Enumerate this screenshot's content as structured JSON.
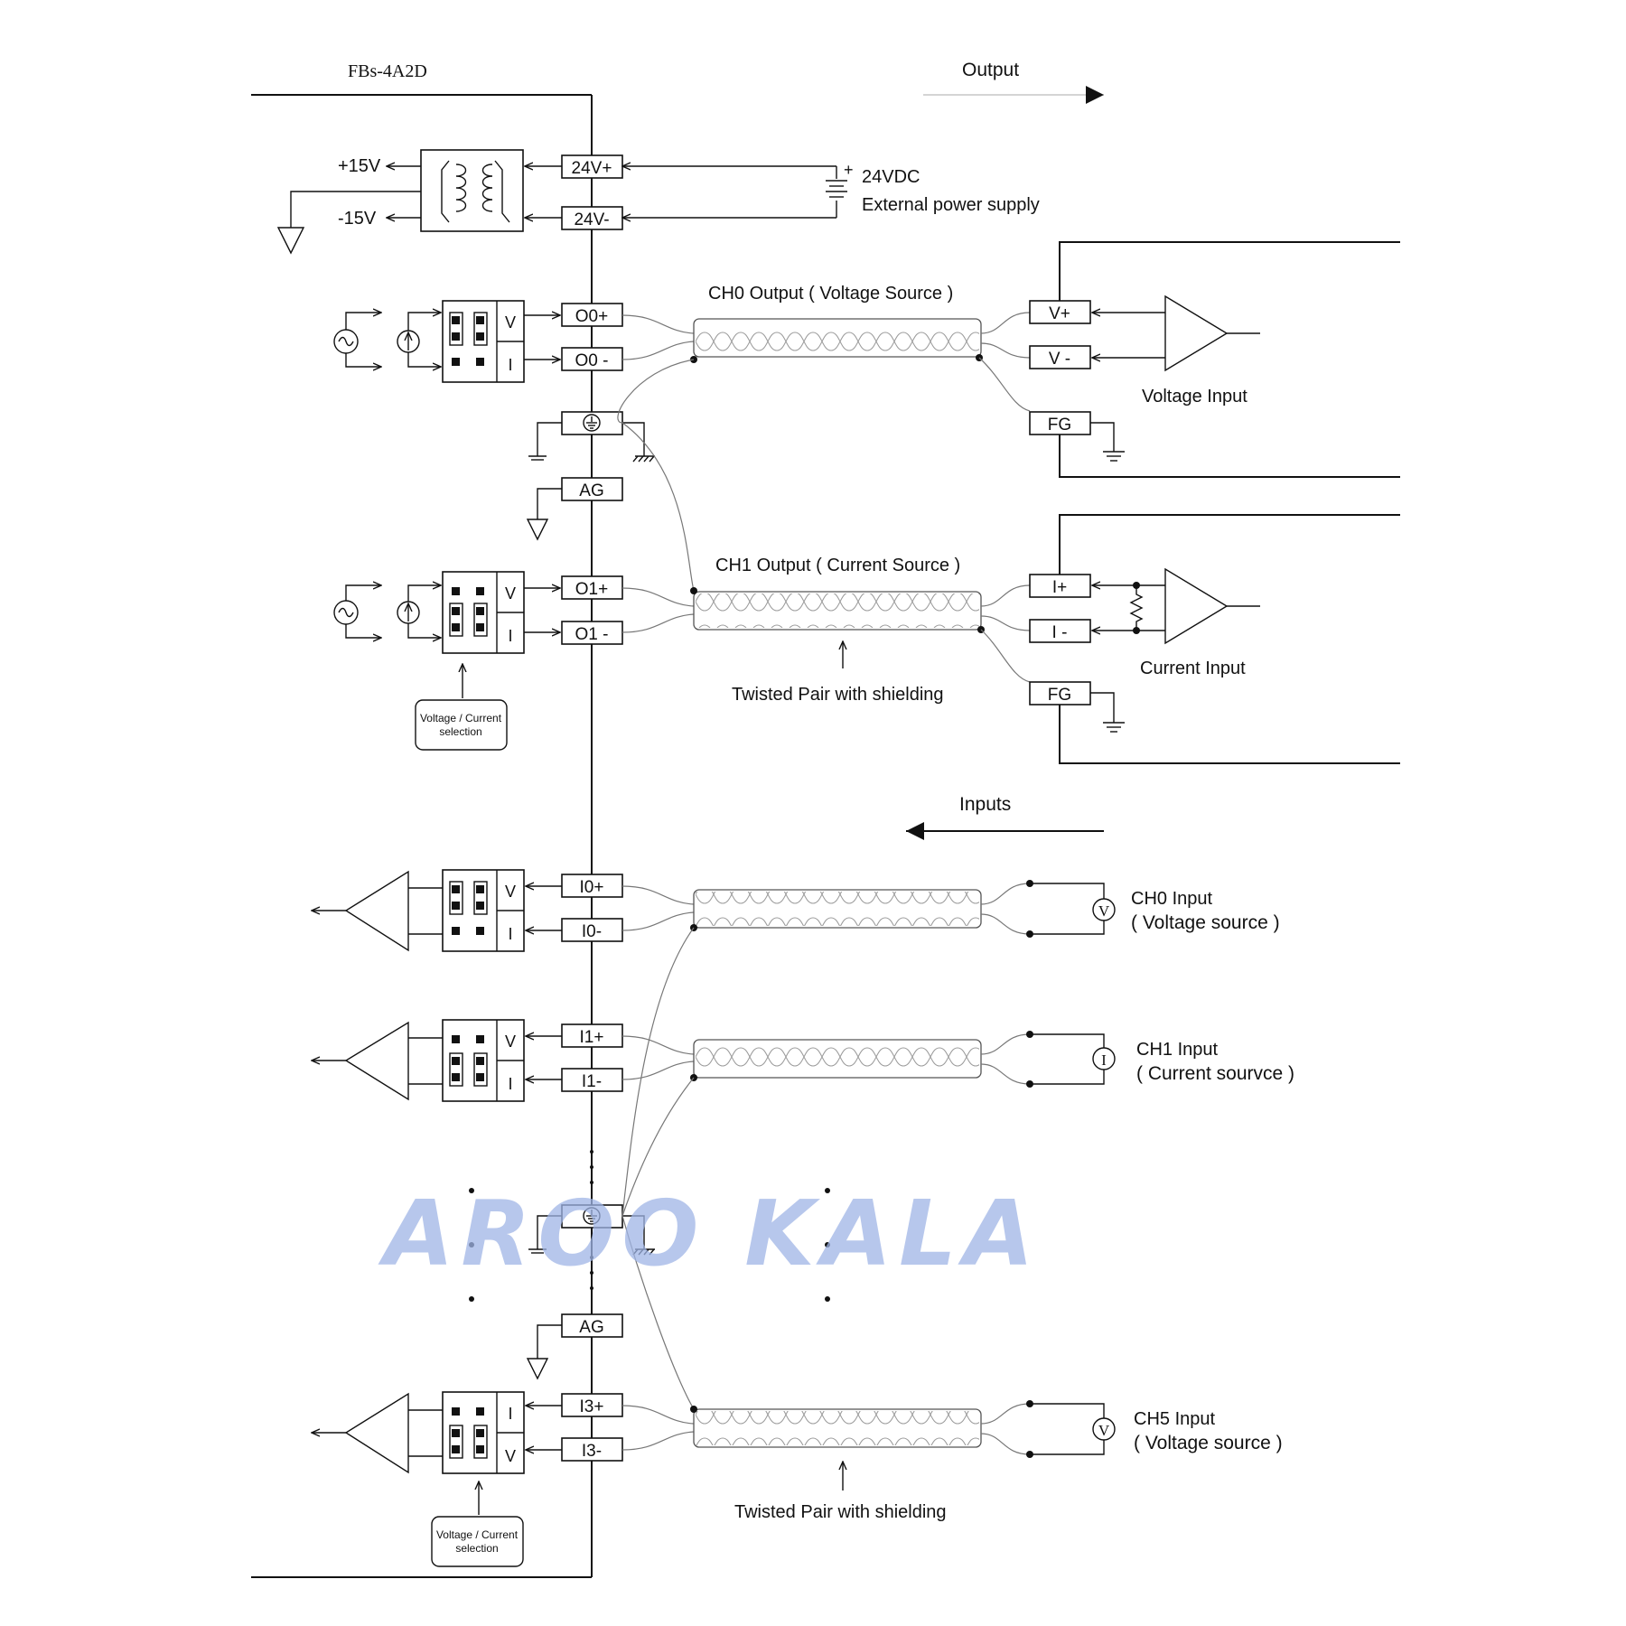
{
  "module_name": "FBs-4A2D",
  "direction_labels": {
    "output": "Output",
    "inputs": "Inputs"
  },
  "power": {
    "pos_rail": "+15V",
    "neg_rail": "-15V",
    "supply_voltage": "24VDC",
    "supply_desc": "External power supply",
    "plus_sign": "+",
    "terminal_pos": "24V+",
    "terminal_neg": "24V-"
  },
  "outputs": [
    {
      "title": "CH0  Output ( Voltage Source )",
      "terminal_pos": "O0+",
      "terminal_neg": "O0 -",
      "jumper_labels": [
        "V",
        "I"
      ],
      "field_pos": "V+",
      "field_neg": "V -",
      "field_ground": "FG",
      "receiver": "Voltage Input"
    },
    {
      "title": "CH1  Output ( Current Source )",
      "terminal_pos": "O1+",
      "terminal_neg": "O1 -",
      "jumper_labels": [
        "V",
        "I"
      ],
      "field_pos": "I+",
      "field_neg": "I -",
      "field_ground": "FG",
      "receiver": "Current Input"
    }
  ],
  "analog_ground": "AG",
  "selection_note_lines": [
    "Voltage / Current",
    "selection"
  ],
  "cable_label": "Twisted Pair with shielding",
  "inputs": [
    {
      "terminal_pos": "I0+",
      "terminal_neg": "I0-",
      "jumper_labels": [
        "V",
        "I"
      ],
      "source_symbol": "V",
      "title": "CH0  Input",
      "subtitle": "( Voltage source )"
    },
    {
      "terminal_pos": "I1+",
      "terminal_neg": "I1-",
      "jumper_labels": [
        "V",
        "I"
      ],
      "source_symbol": "I",
      "title": "CH1  Input",
      "subtitle": "( Current sourvce )"
    },
    {
      "terminal_pos": "I3+",
      "terminal_neg": "I3-",
      "jumper_labels": [
        "I",
        "V"
      ],
      "source_symbol": "V",
      "title": "CH5  Input",
      "subtitle": "( Voltage source )"
    }
  ],
  "watermark": "AROO KALA"
}
